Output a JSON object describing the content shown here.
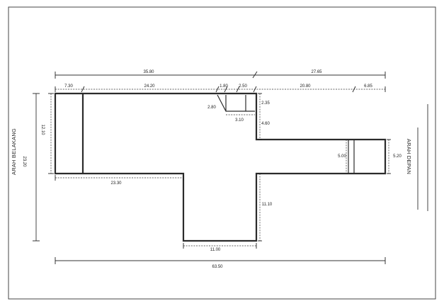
{
  "labels": {
    "back_side": "ARAH BELAKANG",
    "front_side": "ARAH DEPAN"
  },
  "dimensions": {
    "top_left_total": "35.80",
    "top_right_total": "27.65",
    "seg_a": "7.30",
    "seg_b": "24.20",
    "seg_c": "1.80",
    "seg_d": "2.50",
    "seg_e": "20.80",
    "seg_f": "6.85",
    "left_height": "12.10",
    "left_total_height": "23.20",
    "left_bottom_width": "23.30",
    "notch_slant": "2.80",
    "notch_width": "3.10",
    "notch_height": "2.35",
    "step_height": "4.60",
    "right_inner_height": "5.00",
    "right_outer_height": "5.20",
    "stem_height": "11.10",
    "stem_width": "11.00",
    "overall_width": "63.50"
  }
}
